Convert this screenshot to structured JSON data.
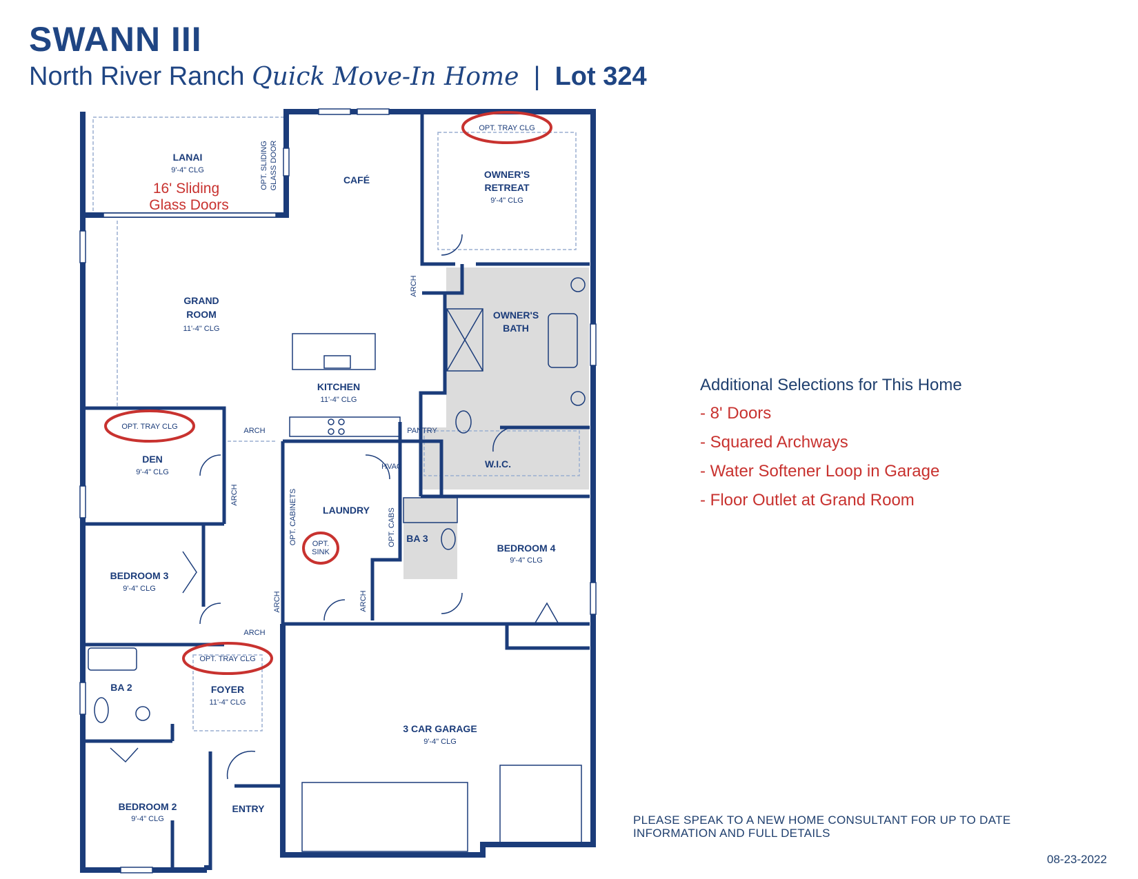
{
  "header": {
    "title": "SWANN III",
    "community": "North River Ranch",
    "tagline": "Quick Move-In Home",
    "separator": "|",
    "lot": "Lot 324"
  },
  "rooms": {
    "lanai": {
      "name": "LANAI",
      "clg": "9'-4\" CLG"
    },
    "cafe": {
      "name": "CAFÉ"
    },
    "owners_retreat": {
      "name1": "OWNER'S",
      "name2": "RETREAT",
      "clg": "9'-4\" CLG"
    },
    "grand_room": {
      "name1": "GRAND",
      "name2": "ROOM",
      "clg": "11'-4\" CLG"
    },
    "owners_bath": {
      "name1": "OWNER'S",
      "name2": "BATH"
    },
    "kitchen": {
      "name": "KITCHEN",
      "clg": "11'-4\" CLG"
    },
    "pantry": {
      "name": "PANTRY"
    },
    "den": {
      "name": "DEN",
      "clg": "9'-4\" CLG"
    },
    "hvac": {
      "name": "HVAC"
    },
    "wic": {
      "name": "W.I.C."
    },
    "laundry": {
      "name": "LAUNDRY"
    },
    "ba3": {
      "name": "BA 3"
    },
    "bedroom4": {
      "name": "BEDROOM 4",
      "clg": "9'-4\" CLG"
    },
    "bedroom3": {
      "name": "BEDROOM 3",
      "clg": "9'-4\" CLG"
    },
    "ba2": {
      "name": "BA 2"
    },
    "foyer": {
      "name": "FOYER",
      "clg": "11'-4\" CLG"
    },
    "garage": {
      "name": "3 CAR GARAGE",
      "clg": "9'-4\" CLG"
    },
    "bedroom2": {
      "name": "BEDROOM 2",
      "clg": "9'-4\" CLG"
    },
    "entry": {
      "name": "ENTRY"
    }
  },
  "annotations": {
    "opt_tray_clg": "OPT. TRAY CLG",
    "opt_sink1": "OPT.",
    "opt_sink2": "SINK",
    "opt_sliding1": "OPT. SLIDING",
    "opt_sliding2": "GLASS DOOR",
    "arch": "ARCH",
    "opt_cabinets": "OPT. CABINETS",
    "opt_cabs": "OPT. CABS",
    "sliding_doors1": "16' Sliding",
    "sliding_doors2": "Glass Doors"
  },
  "selections": {
    "title": "Additional Selections for This Home",
    "items": [
      "- 8' Doors",
      "- Squared Archways",
      "- Water Softener Loop in Garage",
      "- Floor Outlet at Grand Room"
    ]
  },
  "footer": {
    "consult": "PLEASE SPEAK TO A NEW HOME CONSULTANT FOR UP TO DATE INFORMATION AND FULL DETAILS",
    "date": "08-23-2022"
  },
  "colors": {
    "wall": "#1b3c7a",
    "accent_red": "#c8322f",
    "wet_area": "#dcdcdc"
  }
}
